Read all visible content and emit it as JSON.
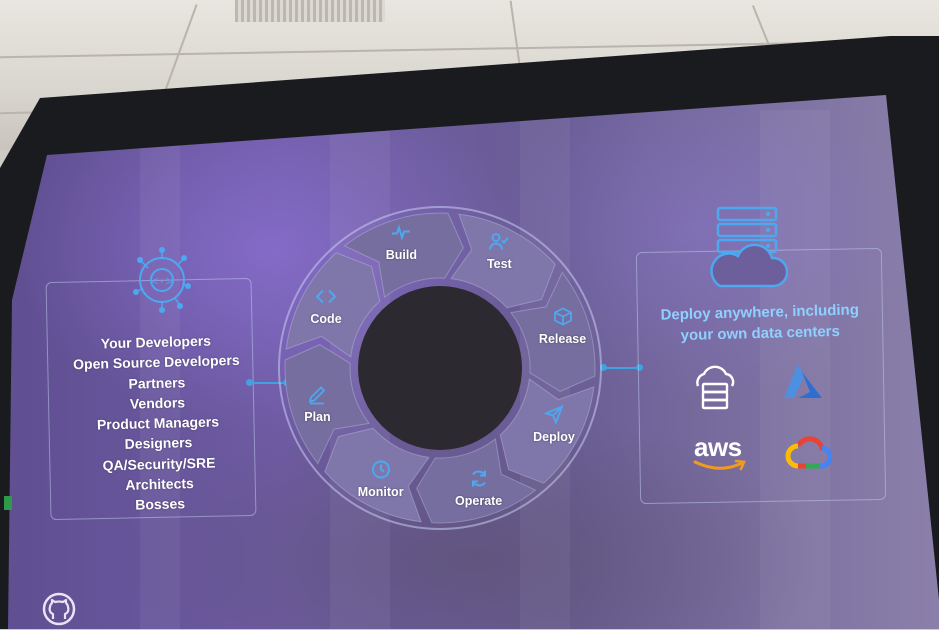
{
  "people": [
    "Your Developers",
    "Open Source Developers",
    "Partners",
    "Vendors",
    "Product Managers",
    "Designers",
    "QA/Security/SRE",
    "Architects",
    "Bosses"
  ],
  "cycle_stages": [
    {
      "label": "Build",
      "icon": "pulse-icon"
    },
    {
      "label": "Test",
      "icon": "person-check-icon"
    },
    {
      "label": "Release",
      "icon": "package-icon"
    },
    {
      "label": "Deploy",
      "icon": "paper-plane-icon"
    },
    {
      "label": "Operate",
      "icon": "refresh-icon"
    },
    {
      "label": "Monitor",
      "icon": "clock-icon"
    },
    {
      "label": "Plan",
      "icon": "pencil-icon"
    },
    {
      "label": "Code",
      "icon": "code-brackets-icon"
    }
  ],
  "deploy": {
    "title_line1": "Deploy anywhere, including",
    "title_line2": "your own data centers",
    "providers": [
      {
        "name": "on-prem",
        "icon": "cloud-server-icon"
      },
      {
        "name": "azure",
        "icon": "azure-logo"
      },
      {
        "name": "aws",
        "label": "aws",
        "icon": "aws-logo"
      },
      {
        "name": "google-cloud",
        "icon": "google-cloud-logo"
      }
    ]
  },
  "colors": {
    "accent": "#3fa3e2",
    "deploy_title": "#8fd0ff",
    "wheel_segment": "#7c73a6",
    "wheel_center": "#2c2a30"
  }
}
